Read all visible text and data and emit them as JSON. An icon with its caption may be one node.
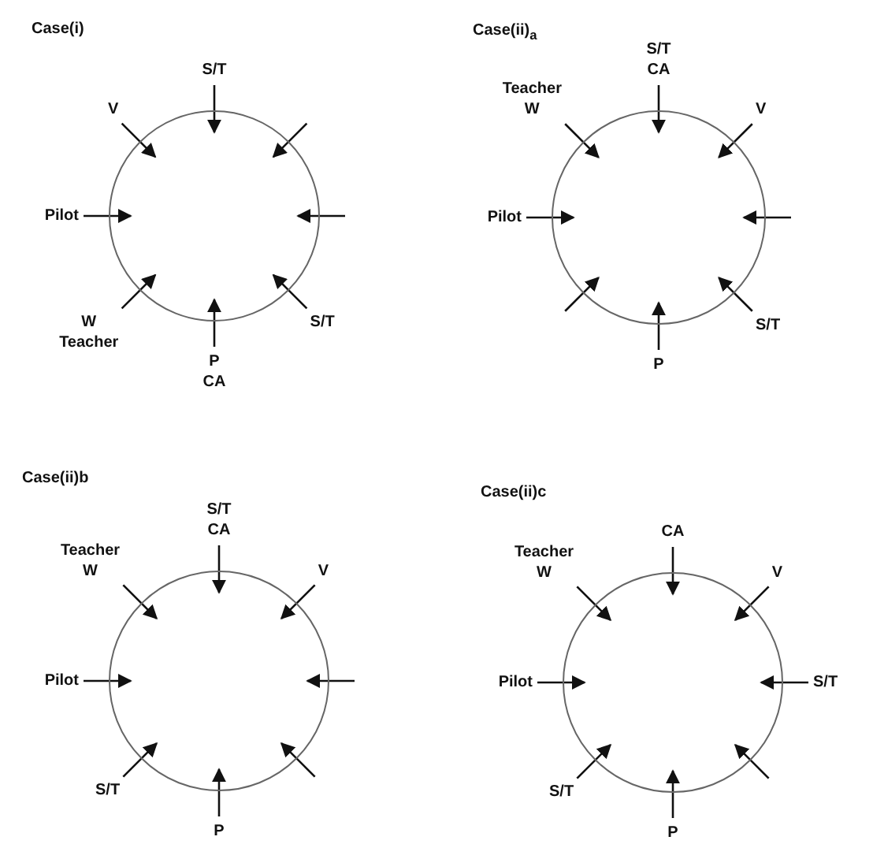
{
  "diagram": {
    "nodes": [
      {
        "text": [],
        "shape": "circle"
      },
      {
        "text": [
          "S/T"
        ]
      },
      {
        "text": [
          "V"
        ]
      },
      {
        "text": [
          "Pilot"
        ]
      },
      {
        "text": [
          "W",
          "Teacher"
        ]
      },
      {
        "text": [
          "S/T"
        ]
      },
      {
        "text": [
          "P",
          "CA"
        ]
      },
      {
        "text": [],
        "shape": "circle"
      },
      {
        "text": [
          "S/T",
          "CA"
        ]
      },
      {
        "text": [
          "Teacher",
          "W"
        ]
      },
      {
        "text": [
          "V"
        ]
      },
      {
        "text": [
          "Pilot"
        ]
      },
      {
        "text": [
          "S/T"
        ]
      },
      {
        "text": [
          "P"
        ]
      },
      {
        "text": [],
        "shape": "circle"
      },
      {
        "text": [
          "S/T",
          "CA"
        ]
      },
      {
        "text": [
          "Teacher",
          "W"
        ]
      },
      {
        "text": [
          "V"
        ]
      },
      {
        "text": [
          "Pilot"
        ]
      },
      {
        "text": [
          "S/T"
        ]
      },
      {
        "text": [
          "P"
        ]
      },
      {
        "text": [],
        "shape": "circle"
      },
      {
        "text": [
          "CA"
        ]
      },
      {
        "text": [
          "Teacher",
          "W"
        ]
      },
      {
        "text": [
          "V"
        ]
      },
      {
        "text": [
          "Pilot"
        ]
      },
      {
        "text": [
          "S/T"
        ]
      },
      {
        "text": [
          "S/T"
        ]
      },
      {
        "text": [
          "P"
        ]
      }
    ],
    "edges": [
      {
        "from": 1,
        "to": 0,
        "arrow": "to"
      },
      {
        "from": null,
        "to": 0,
        "arrow": "to"
      },
      {
        "from": null,
        "to": 0,
        "arrow": "to"
      },
      {
        "from": 5,
        "to": 0,
        "arrow": "to"
      },
      {
        "from": 6,
        "to": 0,
        "arrow": "to"
      },
      {
        "from": 4,
        "to": 0,
        "arrow": "to"
      },
      {
        "from": 3,
        "to": 0,
        "arrow": "to"
      },
      {
        "from": 2,
        "to": 0,
        "arrow": "to"
      },
      {
        "from": 8,
        "to": 7,
        "arrow": "to"
      },
      {
        "from": 10,
        "to": 7,
        "arrow": "to"
      },
      {
        "from": null,
        "to": 7,
        "arrow": "to"
      },
      {
        "from": 12,
        "to": 7,
        "arrow": "to"
      },
      {
        "from": 13,
        "to": 7,
        "arrow": "to"
      },
      {
        "from": null,
        "to": 7,
        "arrow": "to"
      },
      {
        "from": 11,
        "to": 7,
        "arrow": "to"
      },
      {
        "from": 9,
        "to": 7,
        "arrow": "to"
      },
      {
        "from": 15,
        "to": 14,
        "arrow": "to"
      },
      {
        "from": 17,
        "to": 14,
        "arrow": "to"
      },
      {
        "from": null,
        "to": 14,
        "arrow": "to"
      },
      {
        "from": null,
        "to": 14,
        "arrow": "to"
      },
      {
        "from": 20,
        "to": 14,
        "arrow": "to"
      },
      {
        "from": 19,
        "to": 14,
        "arrow": "to"
      },
      {
        "from": 18,
        "to": 14,
        "arrow": "to"
      },
      {
        "from": 16,
        "to": 14,
        "arrow": "to"
      },
      {
        "from": 22,
        "to": 21,
        "arrow": "to"
      },
      {
        "from": 24,
        "to": 21,
        "arrow": "to"
      },
      {
        "from": 26,
        "to": 21,
        "arrow": "to"
      },
      {
        "from": null,
        "to": 21,
        "arrow": "to"
      },
      {
        "from": 28,
        "to": 21,
        "arrow": "to"
      },
      {
        "from": 27,
        "to": 21,
        "arrow": "to"
      },
      {
        "from": 25,
        "to": 21,
        "arrow": "to"
      },
      {
        "from": 23,
        "to": 21,
        "arrow": "to"
      }
    ],
    "labels": [
      "Case(i)",
      "Case(ii)$_{a}$",
      "Case(ii)b",
      "Case(ii)c"
    ]
  }
}
